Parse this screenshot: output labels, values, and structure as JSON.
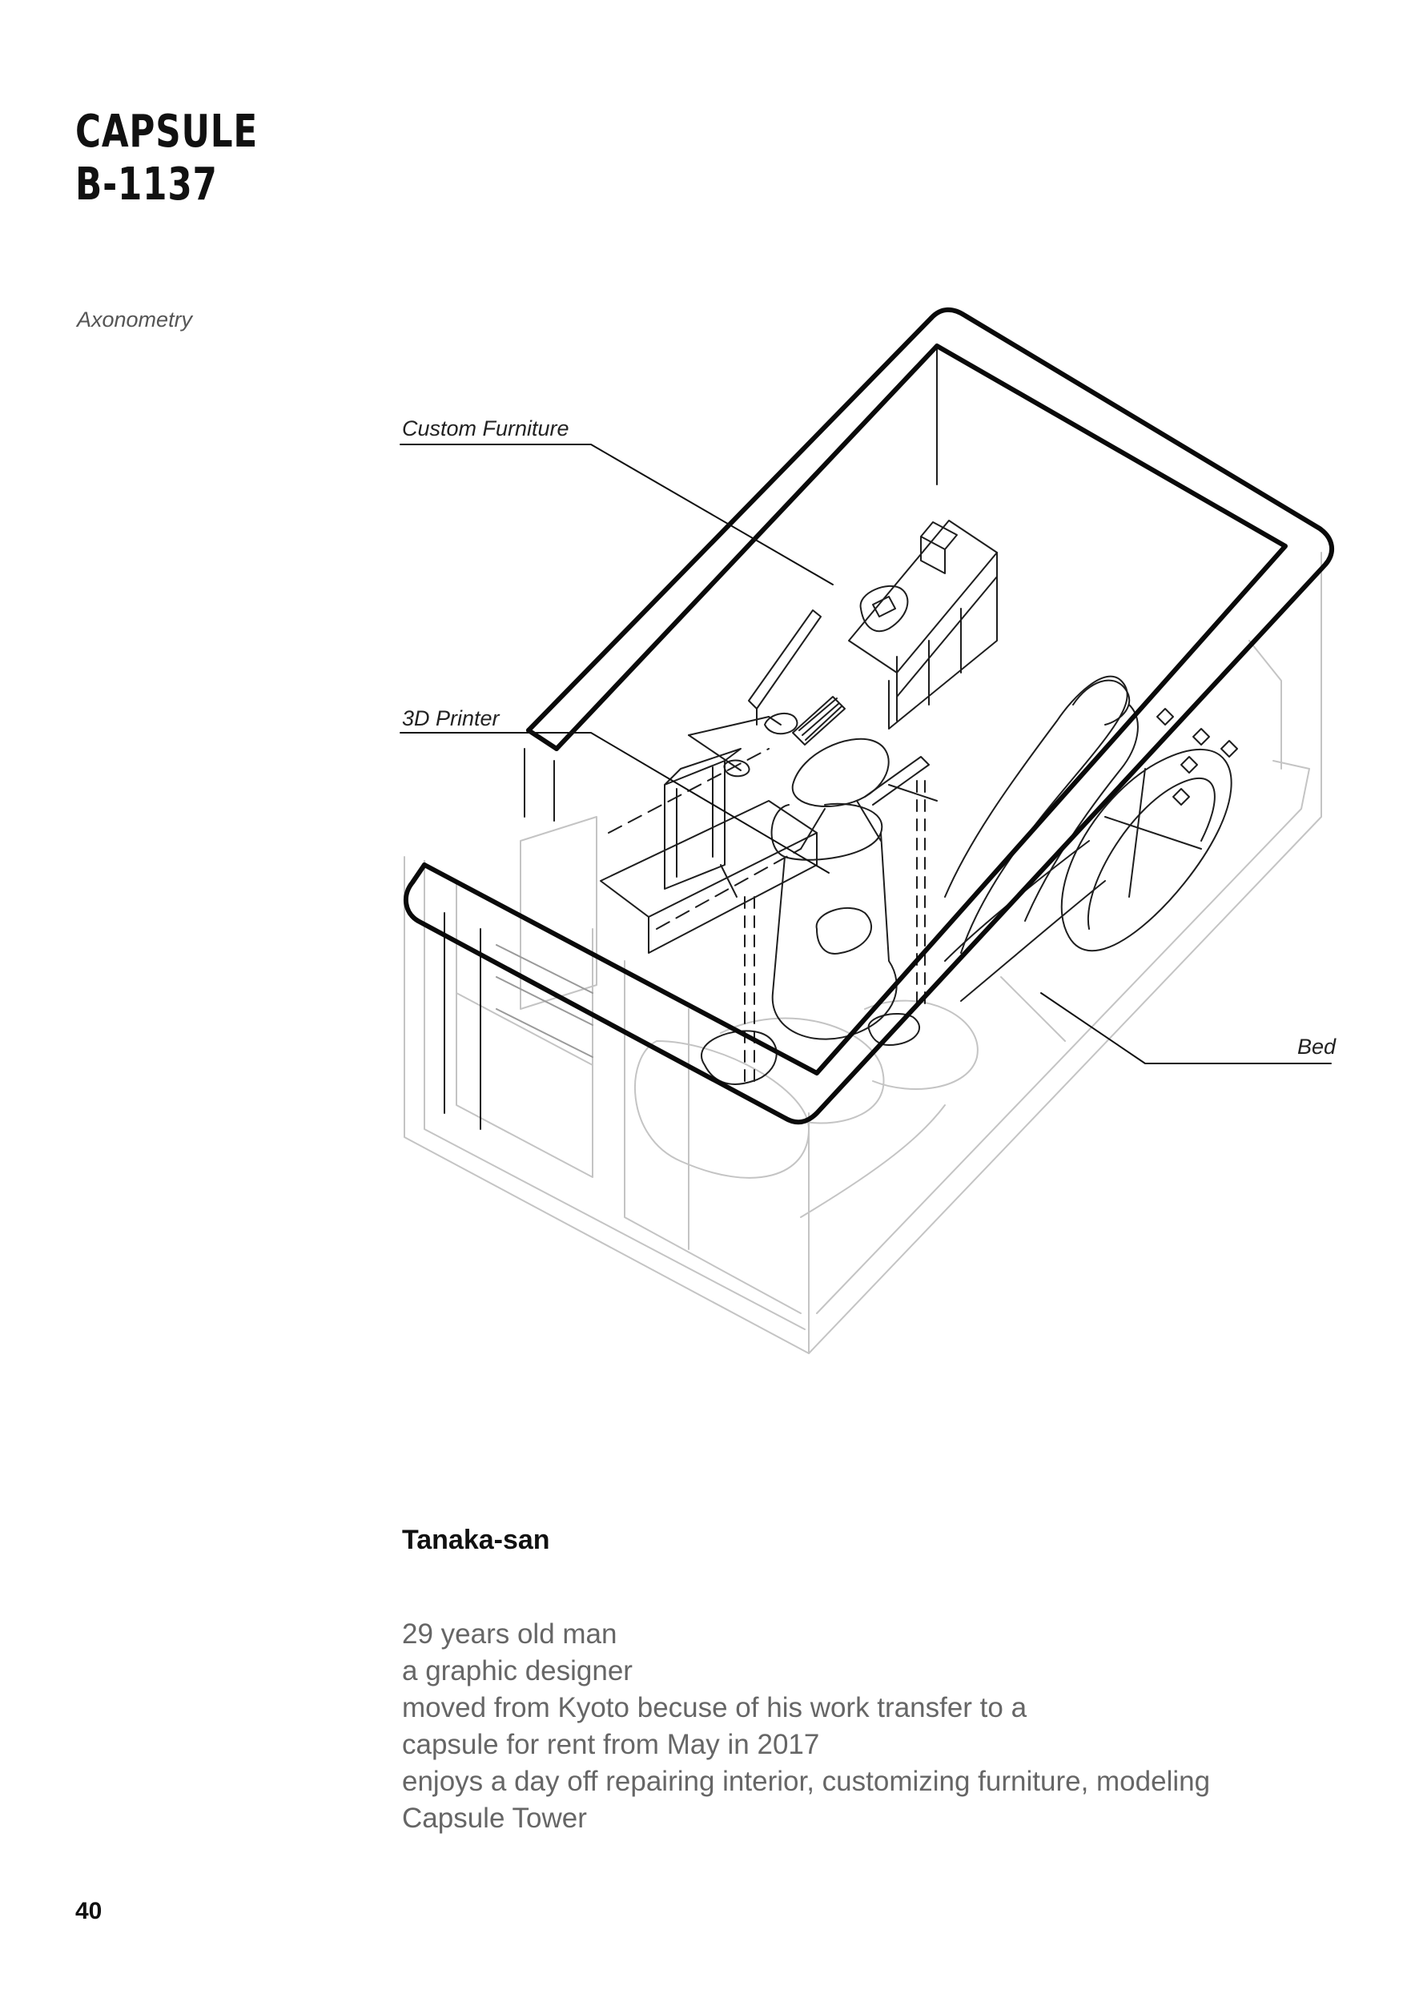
{
  "header": {
    "title_line1": "CAPSULE",
    "title_line2": "B-1137",
    "subtitle": "Axonometry"
  },
  "callouts": {
    "custom_furniture": "Custom Furniture",
    "printer": "3D Printer",
    "bed": "Bed"
  },
  "profile": {
    "name": "Tanaka-san",
    "bio": [
      "29 years old man",
      "a graphic designer",
      "moved from Kyoto becuse of his work transfer to a",
      "capsule for rent from May in 2017",
      "enjoys a day off repairing interior, customizing furniture, modeling",
      "Capsule Tower"
    ]
  },
  "footer": {
    "page_number": "40"
  }
}
